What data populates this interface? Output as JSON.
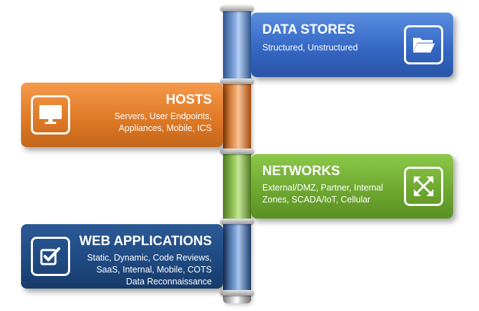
{
  "cards": [
    {
      "title": "DATA STORES",
      "desc": [
        "Structured, Unstructured"
      ],
      "icon": "folder-icon",
      "color": "#3568c4"
    },
    {
      "title": "HOSTS",
      "desc": [
        "Servers, User Endpoints,",
        "Appliances, Mobile, ICS"
      ],
      "icon": "monitor-icon",
      "color": "#e07a26"
    },
    {
      "title": "NETWORKS",
      "desc": [
        "External/DMZ, Partner, Internal",
        "Zones, SCADA/IoT, Cellular"
      ],
      "icon": "expand-arrows-icon",
      "color": "#6ea830"
    },
    {
      "title": "WEB APPLICATIONS",
      "desc": [
        "Static, Dynamic, Code Reviews,",
        "SaaS, Internal, Mobile, COTS",
        "Data Reconnaissance"
      ],
      "icon": "checkbox-icon",
      "color": "#1f4a82"
    }
  ]
}
